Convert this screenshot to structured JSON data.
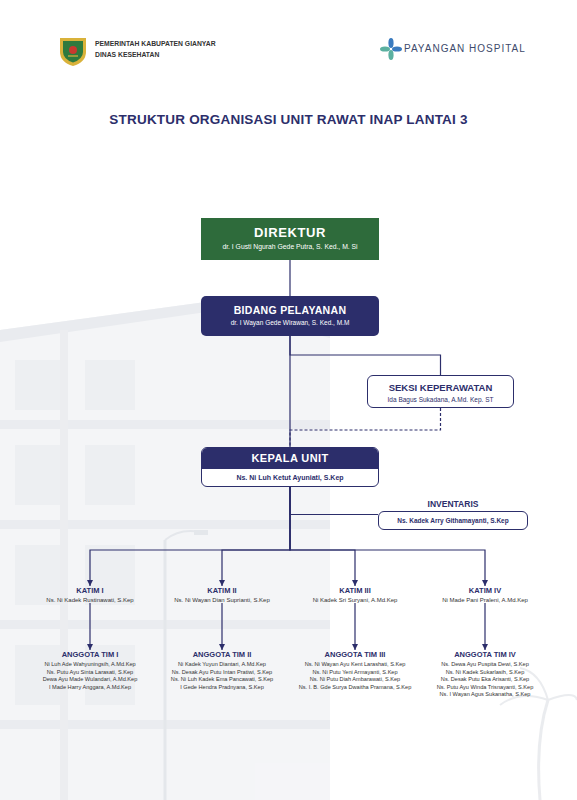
{
  "diagram": {
    "title": "STRUKTUR ORGANISASI UNIT RAWAT INAP LANTAI 3",
    "nodes": [
      {
        "text": [
          "DIREKTUR",
          "dr. I Gusti Ngurah Gede Putra, S. Ked., M. Si"
        ]
      },
      {
        "text": [
          "BIDANG PELAYANAN",
          "dr. I Wayan Gede Wirawan, S. Ked., M.M"
        ]
      },
      {
        "text": [
          "SEKSI KEPERAWATAN",
          "Ida Bagus Sukadana, A.Md. Kep. ST"
        ]
      },
      {
        "text": [
          "KEPALA UNIT",
          "Ns. Ni Luh Ketut Ayuniati, S.Kep"
        ]
      },
      {
        "text": [
          "INVENTARIS",
          "Ns. Kadek Arry Githamayanti, S.Kep"
        ]
      },
      {
        "text": [
          "KATIM I",
          "Ns. Ni Kadek Rustinawati, S.Kep"
        ]
      },
      {
        "text": [
          "KATIM II",
          "Ns. Ni Wayan Dian Suprianti, S.Kep"
        ]
      },
      {
        "text": [
          "KATIM III",
          "Ni Kadek Sri Suryani, A.Md.Kep"
        ]
      },
      {
        "text": [
          "KATIM IV",
          "Ni Made Pani Praleni, A.Md.Kep"
        ]
      },
      {
        "text": [
          "ANGGOTA TIM I",
          "Ni Luh Ade Wahyuningsih, A.Md.Kep",
          "Ns. Putu Ayu Sinta Larasati, S.Kep",
          "Dewa Ayu Made Wulandari, A.Md.Kep",
          "I Made Harry Anggara, A.Md.Kep"
        ]
      },
      {
        "text": [
          "ANGGOTA TIM II",
          "Ni Kadek Yuyun Diantari, A.Md.Kep",
          "Ns. Desak Ayu Putu Intan Pratiwi, S.Kep",
          "Ns. Ni Luh Kadek Ema Pancawati, S.Kep",
          "I Gede Hendra Pradnyana, S.Kep"
        ]
      },
      {
        "text": [
          "ANGGOTA TIM III",
          "Ns. Ni Wayan Ayu Kent Larashati, S.Kep",
          "Ns. Ni Putu Yeni Armayanti, S.Kep",
          "Ns. Ni Putu Diah Ambarawati, S.Kep",
          "Ns. I. B. Gde Surya Dwaitha Pramana, S.Kep"
        ]
      },
      {
        "text": [
          "ANGGOTA TIM IV",
          "Ns. Dewa Ayu Puspita Dewi, S.Kep",
          "Ns. Ni Kadek Sukarlasih, S.Kep",
          "Ns. Desak Putu Eka Arisanti, S.Kep",
          "Ns. Putu Ayu Winda Trisnayanti, S.Kep",
          "Ns. I Wayan Agus Sukanatha, S.Kep"
        ]
      }
    ],
    "edges": [
      {
        "from": 0,
        "to": 1,
        "arrow": "none"
      },
      {
        "from": 1,
        "to": 2,
        "arrow": "none"
      },
      {
        "from": 1,
        "to": 3,
        "arrow": "none"
      },
      {
        "from": 2,
        "to": 3,
        "arrow": "none"
      },
      {
        "from": 3,
        "to": 4,
        "arrow": "none"
      },
      {
        "from": 3,
        "to": 5,
        "arrow": "to"
      },
      {
        "from": 3,
        "to": 6,
        "arrow": "to"
      },
      {
        "from": 3,
        "to": 7,
        "arrow": "to"
      },
      {
        "from": 3,
        "to": 8,
        "arrow": "to"
      },
      {
        "from": 5,
        "to": 9,
        "arrow": "to"
      },
      {
        "from": 6,
        "to": 10,
        "arrow": "to"
      },
      {
        "from": 7,
        "to": 11,
        "arrow": "to"
      },
      {
        "from": 8,
        "to": 12,
        "arrow": "to"
      }
    ],
    "labels": [
      "PEMERINTAH KABUPATEN GIANYAR",
      "DINAS KESEHATAN",
      "PAYANGAN HOSPITAL"
    ]
  }
}
